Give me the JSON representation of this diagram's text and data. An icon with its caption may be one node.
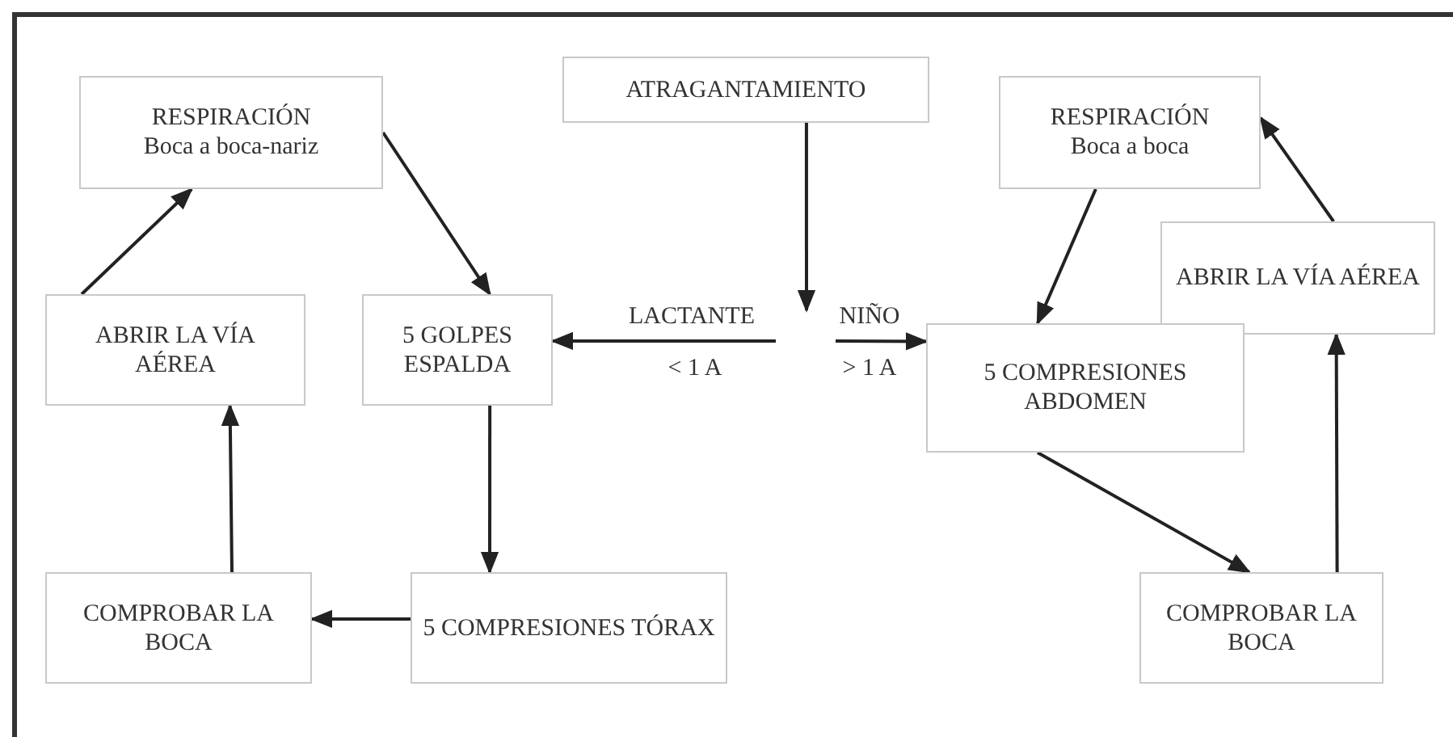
{
  "diagram": {
    "nodes": [
      {
        "text": [
          "RESPIRACIÓN",
          "Boca a boca-nariz"
        ]
      },
      {
        "text": [
          "ATRAGANTAMIENTO"
        ]
      },
      {
        "text": [
          "RESPIRACIÓN",
          "Boca a boca"
        ]
      },
      {
        "text": [
          "ABRIR LA VÍA AÉREA"
        ]
      },
      {
        "text": [
          "ABRIR LA VÍA AÉREA"
        ]
      },
      {
        "text": [
          "5 GOLPES ESPALDA"
        ]
      },
      {
        "text": [
          "5 COMPRESIONES ABDOMEN"
        ]
      },
      {
        "text": [
          "COMPROBAR LA BOCA"
        ]
      },
      {
        "text": [
          "5 COMPRESIONES TÓRAX"
        ]
      },
      {
        "text": [
          "COMPROBAR LA BOCA"
        ]
      }
    ],
    "edges": [
      {
        "from": 4,
        "to": 0,
        "arrow": "to"
      },
      {
        "from": 0,
        "to": 5,
        "arrow": "to"
      },
      {
        "from": 5,
        "to": 8,
        "arrow": "to"
      },
      {
        "from": 8,
        "to": 7,
        "arrow": "to"
      },
      {
        "from": 7,
        "to": 4,
        "arrow": "to"
      },
      {
        "from": 1,
        "to": null,
        "arrow": "to"
      },
      {
        "from": null,
        "to": 5,
        "arrow": "to"
      },
      {
        "from": null,
        "to": 6,
        "arrow": "to"
      },
      {
        "from": 2,
        "to": 6,
        "arrow": "to"
      },
      {
        "from": 6,
        "to": 9,
        "arrow": "to"
      },
      {
        "from": 9,
        "to": 3,
        "arrow": "to"
      },
      {
        "from": 3,
        "to": 2,
        "arrow": "to"
      }
    ],
    "labels": [
      "LACTANTE",
      "NIÑO",
      "< 1 A",
      "> 1 A"
    ]
  }
}
